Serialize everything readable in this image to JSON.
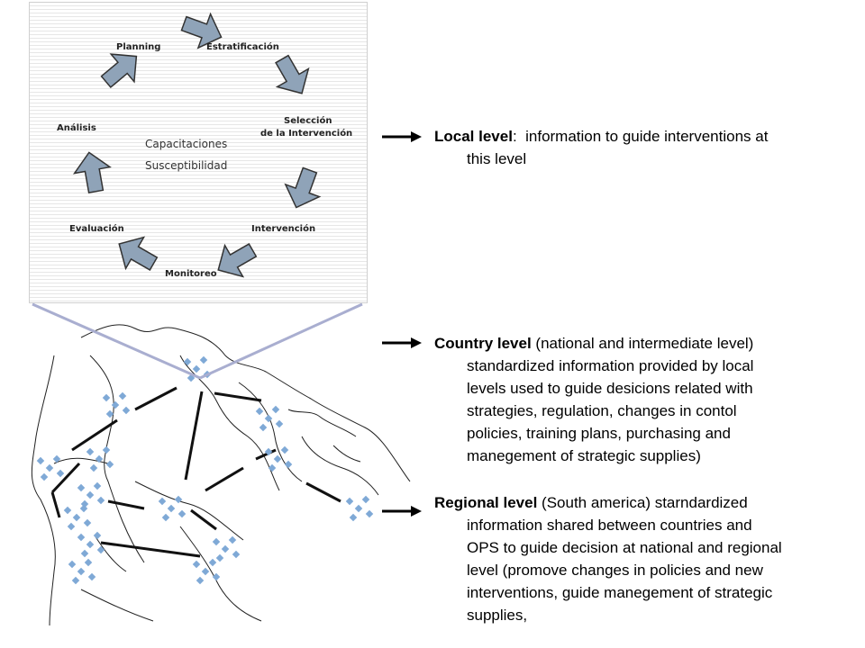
{
  "cycle": {
    "labels": {
      "planning": "Planning",
      "estratificacion": "Estratificación",
      "seleccion_1": "Selección",
      "seleccion_2": "de la Intervención",
      "analisis": "Análisis",
      "evaluacion": "Evaluación",
      "intervencion": "Intervención",
      "monitoreo": "Monitoreo"
    },
    "center": {
      "line1": "Capacitaciones",
      "line2": "Susceptibilidad"
    },
    "arrow_fill": "#8fa3b8",
    "arrow_stroke": "#333333"
  },
  "levels": {
    "local": {
      "title": "Local level",
      "sep": ":  ",
      "line1": "information to guide interventions at",
      "line2": "this level"
    },
    "country": {
      "title": "Country level",
      "line1": " (national and intermediate level)",
      "lines": [
        "standardized information provided by local",
        "levels used to guide desicions related with",
        "strategies, regulation, changes in contol",
        "policies, training plans, purchasing and",
        "manegement of strategic supplies)"
      ]
    },
    "regional": {
      "title": "Regional level",
      "line1": " (South america) starndardized",
      "lines": [
        "information shared between countries and",
        "OPS to guide decision at national and regional",
        "level (promove changes in policies and new",
        "interventions, guide  manegement of strategic",
        "supplies,"
      ]
    }
  },
  "colors": {
    "connector": "#a9aed0",
    "node_icon": "#7fa9d6"
  }
}
